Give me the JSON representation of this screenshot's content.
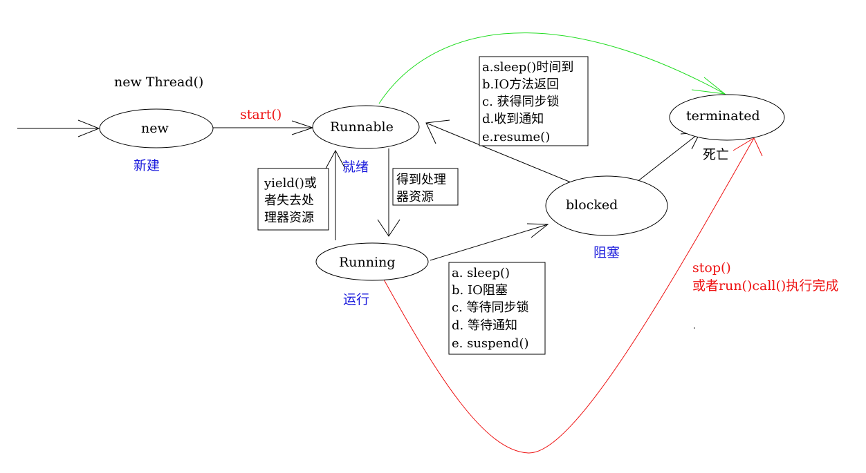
{
  "states": {
    "new": "new",
    "runnable": "Runnable",
    "running": "Running",
    "blocked": "blocked",
    "terminated": "terminated"
  },
  "captions": {
    "new_thread": "new Thread()",
    "new_cn": "新建",
    "runnable_cn": "就绪",
    "running_cn": "运行",
    "blocked_cn": "阻塞",
    "terminated_cn": "死亡"
  },
  "transitions": {
    "start": "start()",
    "stop_line1": "stop()",
    "stop_line2": "或者run()call()执行完成"
  },
  "notes": {
    "yield": [
      "yield()或",
      "者失去处",
      "理器资源"
    ],
    "get_cpu": [
      "得到处理",
      "器资源"
    ],
    "unblock": [
      "a.sleep()时间到",
      "b.IO方法返回",
      "c. 获得同步锁",
      "d.收到通知",
      "e.resume()"
    ],
    "block": [
      "a. sleep()",
      "b. IO阻塞",
      "c. 等待同步锁",
      "d. 等待通知",
      "e.  suspend()"
    ]
  },
  "colors": {
    "green_arrow": "#22dd22",
    "red_arrow": "#ee1111",
    "chinese_labels": "#1a1adc"
  }
}
